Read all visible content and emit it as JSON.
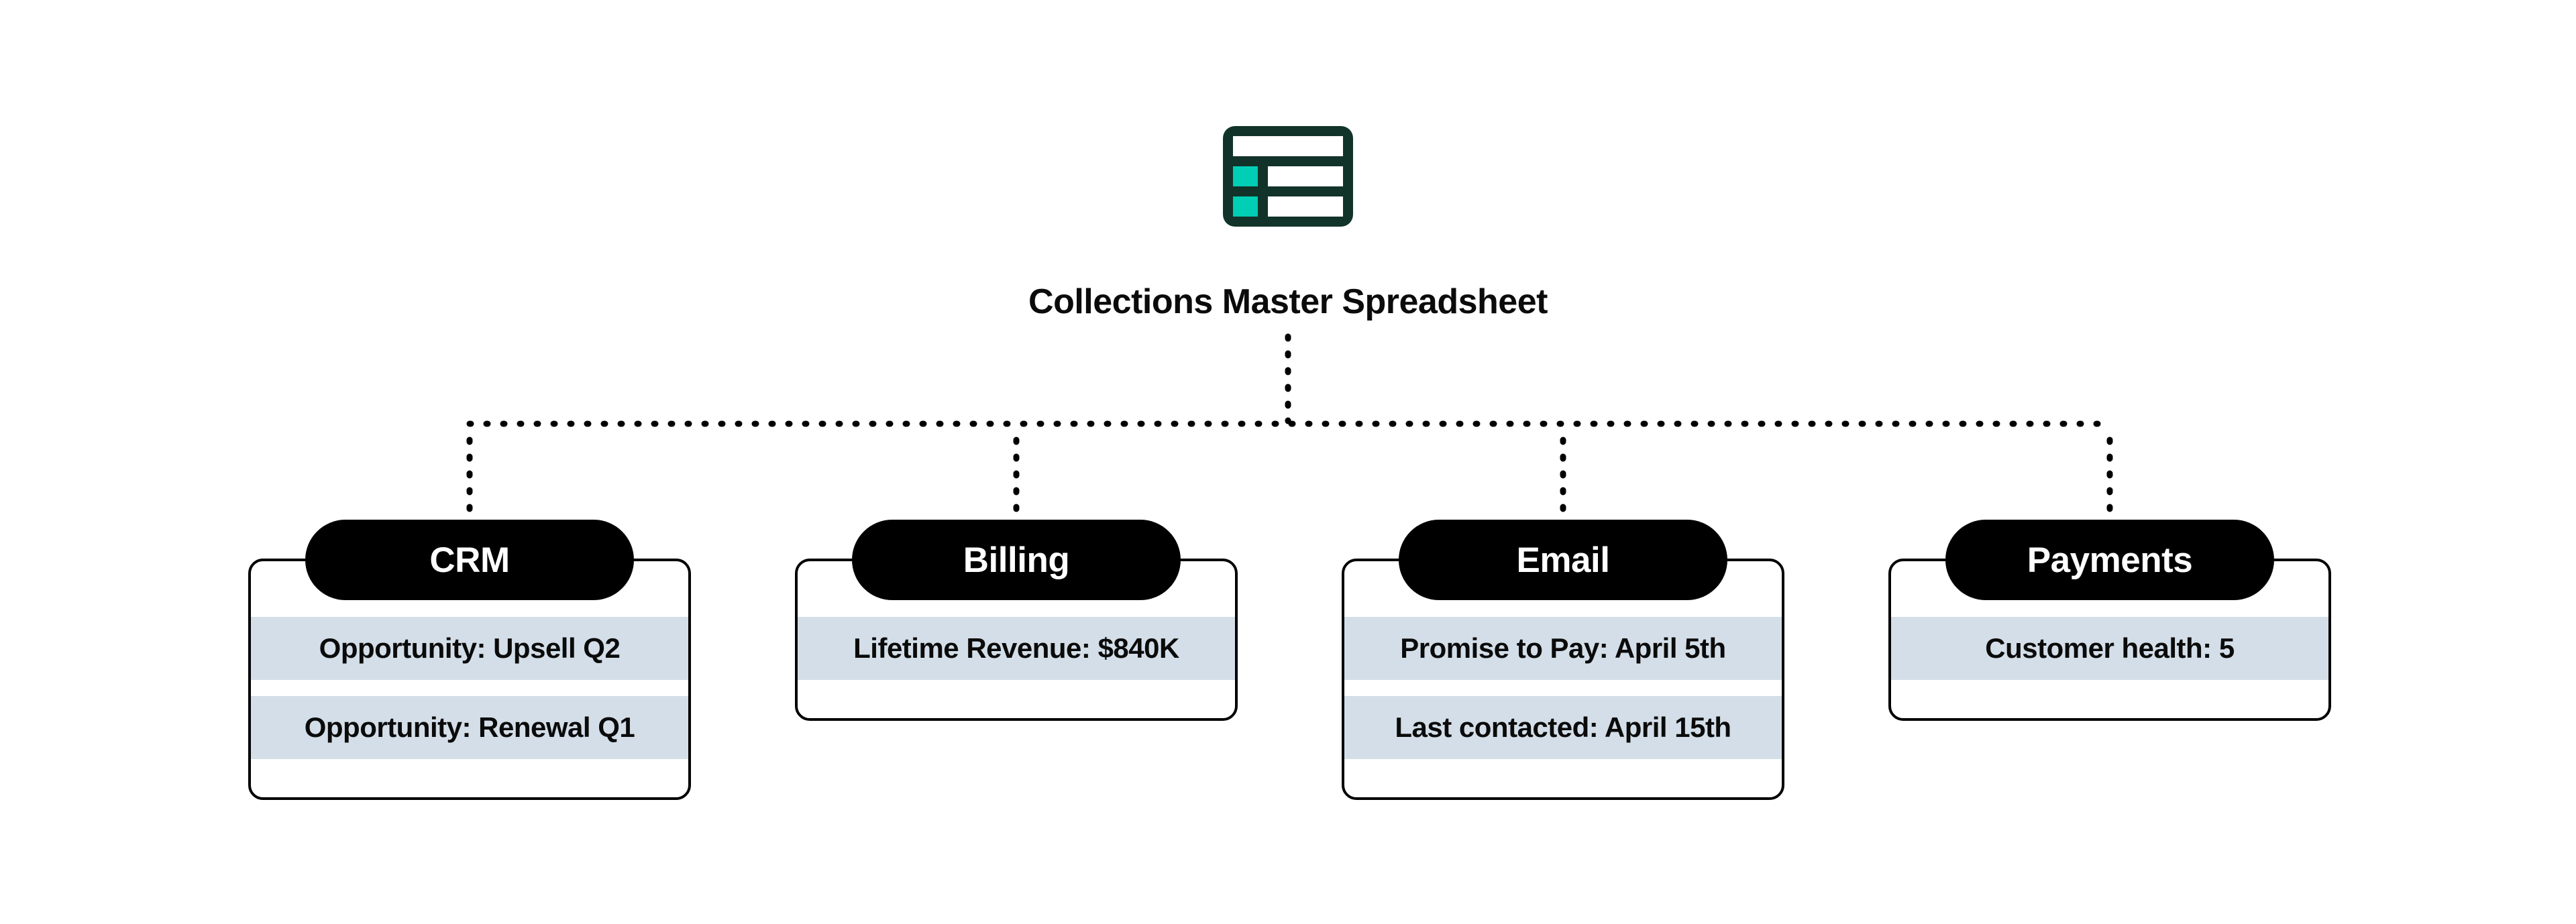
{
  "diagram": {
    "title": "Collections Master Spreadsheet",
    "root_icon": "spreadsheet-table-icon",
    "nodes": [
      {
        "label": "CRM",
        "rows": [
          "Opportunity: Upsell Q2",
          "Opportunity: Renewal Q1"
        ]
      },
      {
        "label": "Billing",
        "rows": [
          "Lifetime Revenue: $840K"
        ]
      },
      {
        "label": "Email",
        "rows": [
          "Promise to Pay: April 5th",
          "Last contacted: April 15th"
        ]
      },
      {
        "label": "Payments",
        "rows": [
          "Customer health: 5"
        ]
      }
    ],
    "colors": {
      "icon_green": "#123329",
      "icon_teal": "#00CEB5",
      "row_background": "#D3DEE8",
      "connector_black": "#000000"
    }
  }
}
